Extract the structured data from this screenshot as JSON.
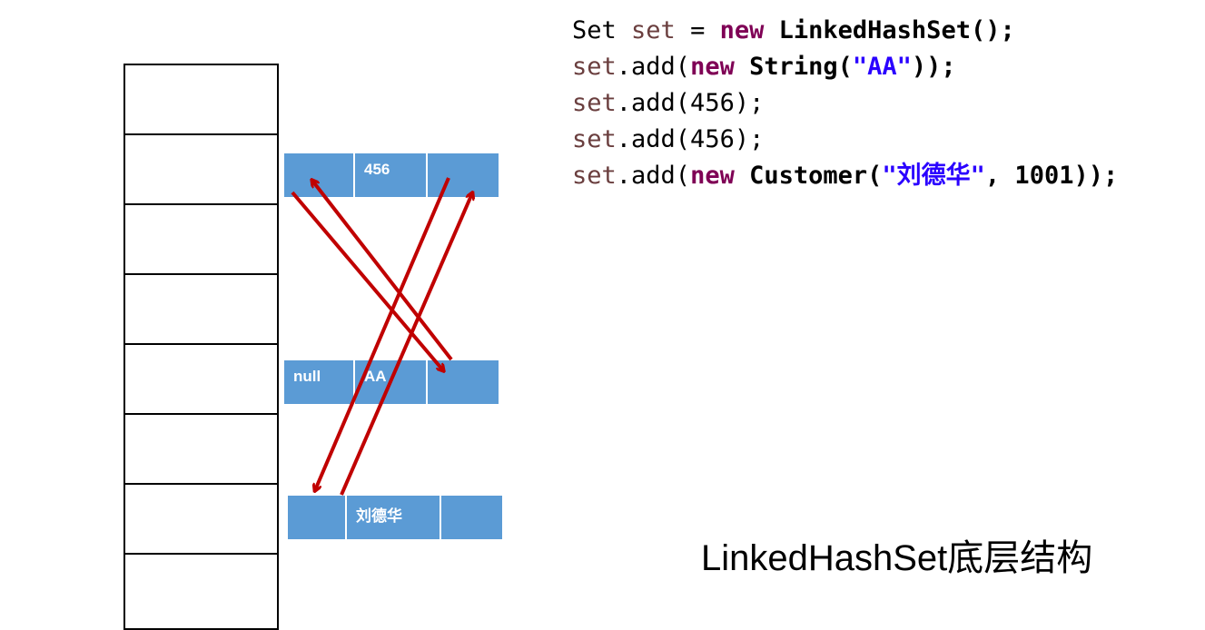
{
  "code": {
    "lines": [
      {
        "t1": "Set ",
        "t2": "set",
        "t3": " = ",
        "t4": "new",
        "t5": " LinkedHashSet();"
      },
      {
        "var": "set",
        "t1": ".add(",
        "kw": "new",
        "t2": " String(",
        "str": "\"AA\"",
        "t3": "));"
      },
      {
        "var": "set",
        "t1": ".add(456);"
      },
      {
        "var": "set",
        "t1": ".add(456);"
      },
      {
        "var": "set",
        "t1": ".add(",
        "kw": "new",
        "t2": " Customer(",
        "str": "\"刘德华\"",
        "t3": ", 1001));"
      }
    ]
  },
  "nodes": {
    "node1": [
      "",
      "456",
      ""
    ],
    "node2": [
      "null",
      "AA",
      ""
    ],
    "node3": [
      "",
      "刘德华",
      ""
    ]
  },
  "caption": "LinkedHashSet底层结构",
  "colors": {
    "node_fill": "#5b9bd5",
    "arrow": "#c00000",
    "keyword": "#7f0055",
    "string": "#2a00ff"
  }
}
